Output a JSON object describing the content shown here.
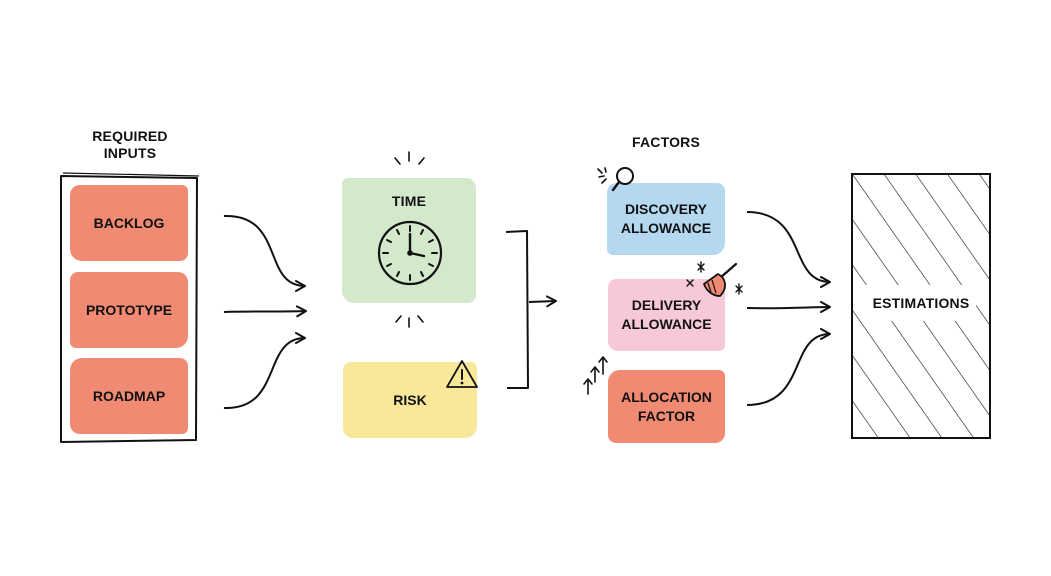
{
  "inputs": {
    "heading_line1": "REQUIRED",
    "heading_line2": "INPUTS",
    "items": [
      "BACKLOG",
      "PROTOTYPE",
      "ROADMAP"
    ]
  },
  "middle": {
    "time_label": "TIME",
    "risk_label": "RISK",
    "icons": [
      "clock-icon",
      "warning-icon"
    ]
  },
  "factors": {
    "heading": "FACTORS",
    "discovery_line1": "DISCOVERY",
    "discovery_line2": "ALLOWANCE",
    "delivery_line1": "DELIVERY",
    "delivery_line2": "ALLOWANCE",
    "allocation_line1": "ALLOCATION",
    "allocation_line2": "FACTOR",
    "icons": [
      "magnifier-icon",
      "broom-icon",
      "arrows-up-icon"
    ]
  },
  "output": {
    "label": "ESTIMATIONS"
  },
  "colors": {
    "salmon": "#f08a73",
    "green": "#d4e8cc",
    "yellow": "#f9e79a",
    "blue": "#b5d8f1",
    "pink": "#f7c9d6"
  }
}
